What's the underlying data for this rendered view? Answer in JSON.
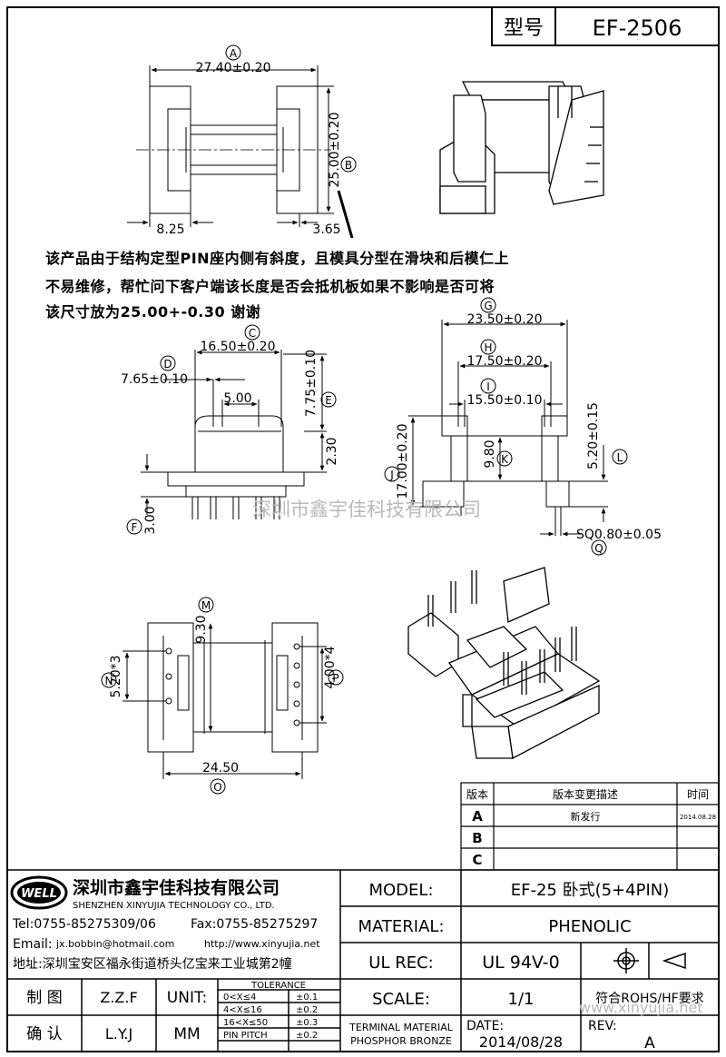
{
  "header": {
    "type_label": "型号",
    "type_value": "EF-2506"
  },
  "top_view": {
    "label_a": "A",
    "dim_a": "27.40±0.20",
    "label_b": "B",
    "dim_b": "25.00±0.20",
    "dim_left": "8.25",
    "dim_right": "3.65"
  },
  "note": {
    "line1": "该产品由于结构定型PIN座内侧有斜度，且模具分型在滑块和后模仁上",
    "line2": "不易维修，帮忙问下客户端该长度是否会抵机板如果不影响是否可将",
    "line3": "该尺寸放为25.00+-0.30 谢谢"
  },
  "front_view": {
    "label_c": "C",
    "dim_c": "16.50±0.20",
    "label_d": "D",
    "dim_d": "7.65±0.10",
    "dim_500": "5.00",
    "label_e": "E",
    "dim_e": "7.75±0.10",
    "dim_230": "2.30",
    "label_f": "F",
    "dim_f": "3.00"
  },
  "side_view": {
    "label_g": "G",
    "dim_g": "23.50±0.20",
    "label_h": "H",
    "dim_h": "17.50±0.20",
    "label_i": "I",
    "dim_i": "15.50±0.10",
    "label_j": "J",
    "dim_j": "17.00±0.20",
    "label_k": "K",
    "dim_k": "9.80",
    "label_l": "L",
    "dim_l": "5.20±0.15",
    "label_q": "Q",
    "dim_q": "SQ0.80±0.05"
  },
  "bottom_view": {
    "label_m": "M",
    "dim_m": "9.30",
    "label_n": "N",
    "dim_n": "5.20*3",
    "label_p": "P",
    "dim_p": "4.00*4",
    "label_o": "O",
    "dim_o": "24.50"
  },
  "watermark": "深圳市鑫宇佳科技有限公司",
  "watermark_url": "www.xinyujia.net",
  "revision": {
    "headers": [
      "版本",
      "版本变更描述",
      "时间"
    ],
    "rows": [
      {
        "rev": "A",
        "desc": "新发行",
        "date": "2014.08.28"
      },
      {
        "rev": "B",
        "desc": "",
        "date": ""
      },
      {
        "rev": "C",
        "desc": "",
        "date": ""
      }
    ]
  },
  "company": {
    "logo": "WELL",
    "name_cn": "深圳市鑫宇佳科技有限公司",
    "name_en": "SHENZHEN XINYUJIA TECHNOLOGY CO., LTD.",
    "tel": "Tel:0755-85275309/06",
    "fax": "Fax:0755-85275297",
    "email_label": "Email:",
    "email": "jx.bobbin@hotmail.com",
    "web": "http://www.xinyujia.net",
    "address": "地址:深圳宝安区福永街道桥头亿宝来工业城第2幢"
  },
  "title_block": {
    "model_label": "MODEL:",
    "model_value": "EF-25 卧式(5+4PIN)",
    "material_label": "MATERIAL:",
    "material_value": "PHENOLIC",
    "ulrec_label": "UL REC:",
    "ulrec_value": "UL 94V-0",
    "scale_label": "SCALE:",
    "scale_value": "1/1",
    "rohs": "符合ROHS/HF要求",
    "terminal_label1": "TERMINAL MATERIAL",
    "terminal_label2": "PHOSPHOR BRONZE",
    "date_label": "DATE:",
    "date_value": "2014/08/28",
    "rev_label": "REV:",
    "rev_value": "A",
    "drawn_label": "制 图",
    "drawn_value": "Z.Z.F",
    "checked_label": "确 认",
    "checked_value": "L.Y.J",
    "unit_label": "UNIT:",
    "unit_value": "MM",
    "tolerance_title": "TOLERANCE",
    "tolerance_rows": [
      {
        "range": "0<X≤4",
        "tol": "±0.1"
      },
      {
        "range": "4<X≤16",
        "tol": "±0.2"
      },
      {
        "range": "16<X≤50",
        "tol": "±0.3"
      },
      {
        "range": "PIN PITCH",
        "tol": "±0.2"
      }
    ]
  }
}
